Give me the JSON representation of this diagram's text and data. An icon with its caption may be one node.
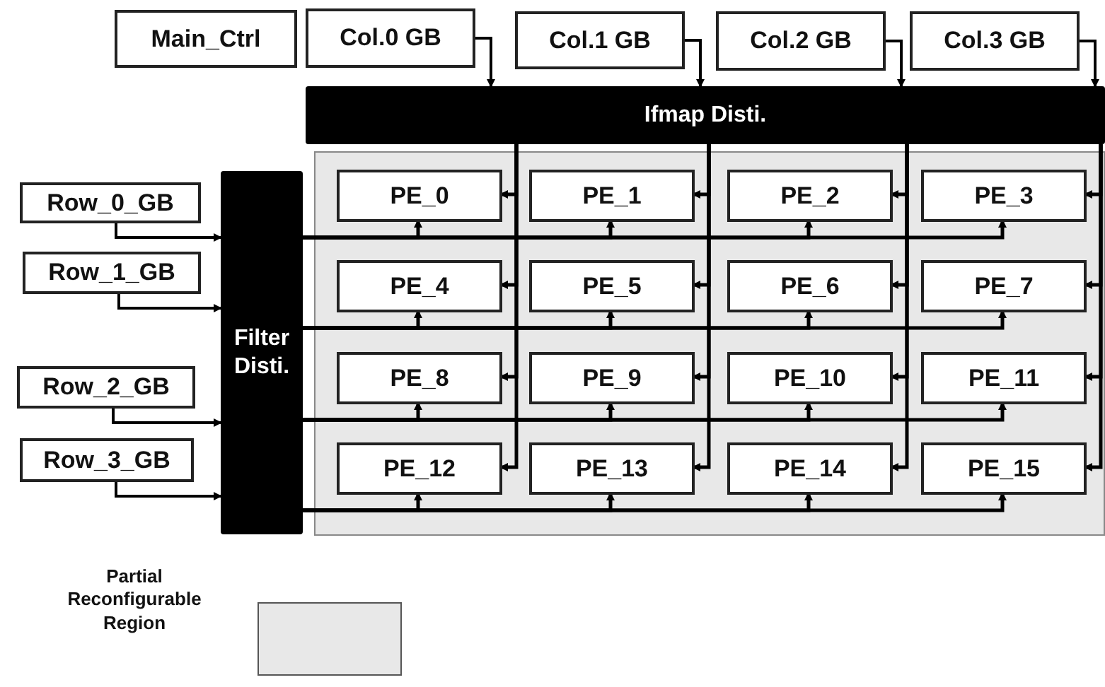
{
  "diagram": {
    "nodes": [
      {
        "text": [
          "Main_Ctrl"
        ]
      },
      {
        "text": [
          "Col.0 GB"
        ]
      },
      {
        "text": [
          "Col.1 GB"
        ]
      },
      {
        "text": [
          "Col.2 GB"
        ]
      },
      {
        "text": [
          "Col.3 GB"
        ]
      },
      {
        "text": [
          "Ifmap Disti."
        ]
      },
      {
        "text": [
          "Row_0_GB"
        ]
      },
      {
        "text": [
          "Row_1_GB"
        ]
      },
      {
        "text": [
          "Row_2_GB"
        ]
      },
      {
        "text": [
          "Row_3_GB"
        ]
      },
      {
        "text": [
          "Filter Disti."
        ]
      },
      {
        "text": [],
        "shape": "box"
      },
      {
        "text": [
          "PE_0"
        ],
        "in": 11
      },
      {
        "text": [
          "PE_1"
        ],
        "in": 11
      },
      {
        "text": [
          "PE_2"
        ],
        "in": 11
      },
      {
        "text": [
          "PE_3"
        ],
        "in": 11
      },
      {
        "text": [
          "PE_4"
        ],
        "in": 11
      },
      {
        "text": [
          "PE_5"
        ],
        "in": 11
      },
      {
        "text": [
          "PE_6"
        ],
        "in": 11
      },
      {
        "text": [
          "PE_7"
        ],
        "in": 11
      },
      {
        "text": [
          "PE_8"
        ],
        "in": 11
      },
      {
        "text": [
          "PE_9"
        ],
        "in": 11
      },
      {
        "text": [
          "PE_10"
        ],
        "in": 11
      },
      {
        "text": [
          "PE_11"
        ],
        "in": 11
      },
      {
        "text": [
          "PE_12"
        ],
        "in": 11
      },
      {
        "text": [
          "PE_13"
        ],
        "in": 11
      },
      {
        "text": [
          "PE_14"
        ],
        "in": 11
      },
      {
        "text": [
          "PE_15"
        ],
        "in": 11
      }
    ],
    "edges": [
      {
        "from": 1,
        "to": 5,
        "arrow": "to"
      },
      {
        "from": 2,
        "to": 5,
        "arrow": "to"
      },
      {
        "from": 3,
        "to": 5,
        "arrow": "to"
      },
      {
        "from": 4,
        "to": 5,
        "arrow": "to"
      },
      {
        "from": 6,
        "to": 10,
        "arrow": "to"
      },
      {
        "from": 7,
        "to": 10,
        "arrow": "to"
      },
      {
        "from": 8,
        "to": 10,
        "arrow": "to"
      },
      {
        "from": 9,
        "to": 10,
        "arrow": "to"
      },
      {
        "from": 5,
        "to": 12,
        "arrow": "to"
      },
      {
        "from": 5,
        "to": 13,
        "arrow": "to"
      },
      {
        "from": 5,
        "to": 14,
        "arrow": "to"
      },
      {
        "from": 5,
        "to": 15,
        "arrow": "to"
      },
      {
        "from": 5,
        "to": 16,
        "arrow": "to"
      },
      {
        "from": 5,
        "to": 17,
        "arrow": "to"
      },
      {
        "from": 5,
        "to": 18,
        "arrow": "to"
      },
      {
        "from": 5,
        "to": 19,
        "arrow": "to"
      },
      {
        "from": 5,
        "to": 20,
        "arrow": "to"
      },
      {
        "from": 5,
        "to": 21,
        "arrow": "to"
      },
      {
        "from": 5,
        "to": 22,
        "arrow": "to"
      },
      {
        "from": 5,
        "to": 23,
        "arrow": "to"
      },
      {
        "from": 5,
        "to": 24,
        "arrow": "to"
      },
      {
        "from": 5,
        "to": 25,
        "arrow": "to"
      },
      {
        "from": 5,
        "to": 26,
        "arrow": "to"
      },
      {
        "from": 5,
        "to": 27,
        "arrow": "to"
      },
      {
        "from": 10,
        "to": 12,
        "arrow": "to"
      },
      {
        "from": 10,
        "to": 13,
        "arrow": "to"
      },
      {
        "from": 10,
        "to": 14,
        "arrow": "to"
      },
      {
        "from": 10,
        "to": 15,
        "arrow": "to"
      },
      {
        "from": 10,
        "to": 16,
        "arrow": "to"
      },
      {
        "from": 10,
        "to": 17,
        "arrow": "to"
      },
      {
        "from": 10,
        "to": 18,
        "arrow": "to"
      },
      {
        "from": 10,
        "to": 19,
        "arrow": "to"
      },
      {
        "from": 10,
        "to": 20,
        "arrow": "to"
      },
      {
        "from": 10,
        "to": 21,
        "arrow": "to"
      },
      {
        "from": 10,
        "to": 22,
        "arrow": "to"
      },
      {
        "from": 10,
        "to": 23,
        "arrow": "to"
      },
      {
        "from": 10,
        "to": 24,
        "arrow": "to"
      },
      {
        "from": 10,
        "to": 25,
        "arrow": "to"
      },
      {
        "from": 10,
        "to": 26,
        "arrow": "to"
      },
      {
        "from": 10,
        "to": 27,
        "arrow": "to"
      }
    ],
    "legend": [
      {
        "text": "Partial Reconfigurable Region",
        "color": "#e8e8e8"
      }
    ]
  }
}
